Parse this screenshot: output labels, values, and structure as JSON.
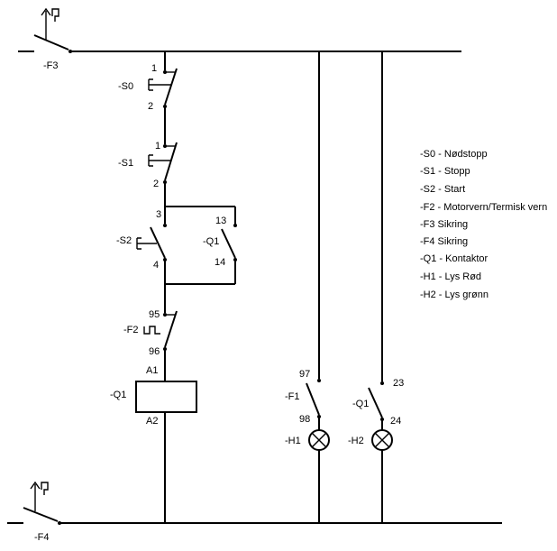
{
  "labels": {
    "f3": "-F3",
    "f4": "-F4",
    "s0": "-S0",
    "s0_t1": "1",
    "s0_t2": "2",
    "s1": "-S1",
    "s1_t1": "1",
    "s1_t2": "2",
    "s2": "-S2",
    "s2_t3": "3",
    "s2_t4": "4",
    "q1_aux": "-Q1",
    "q1_aux_t13": "13",
    "q1_aux_t14": "14",
    "f2": "-F2",
    "f2_t95": "95",
    "f2_t96": "96",
    "coil": "-Q1",
    "coil_a1": "A1",
    "coil_a2": "A2",
    "f1": "-F1",
    "f1_t97": "97",
    "f1_t98": "98",
    "h1": "-H1",
    "q1_lamp": "-Q1",
    "q1_lamp_t23": "23",
    "q1_lamp_t24": "24",
    "h2": "-H2"
  },
  "legend": [
    "-S0 - Nødstopp",
    "-S1 - Stopp",
    "-S2 - Start",
    "-F2 - Motorvern/Termisk vern",
    "-F3 Sikring",
    "-F4 Sikring",
    "-Q1 - Kontaktor",
    "-H1 - Lys Rød",
    "-H2 - Lys grønn"
  ]
}
